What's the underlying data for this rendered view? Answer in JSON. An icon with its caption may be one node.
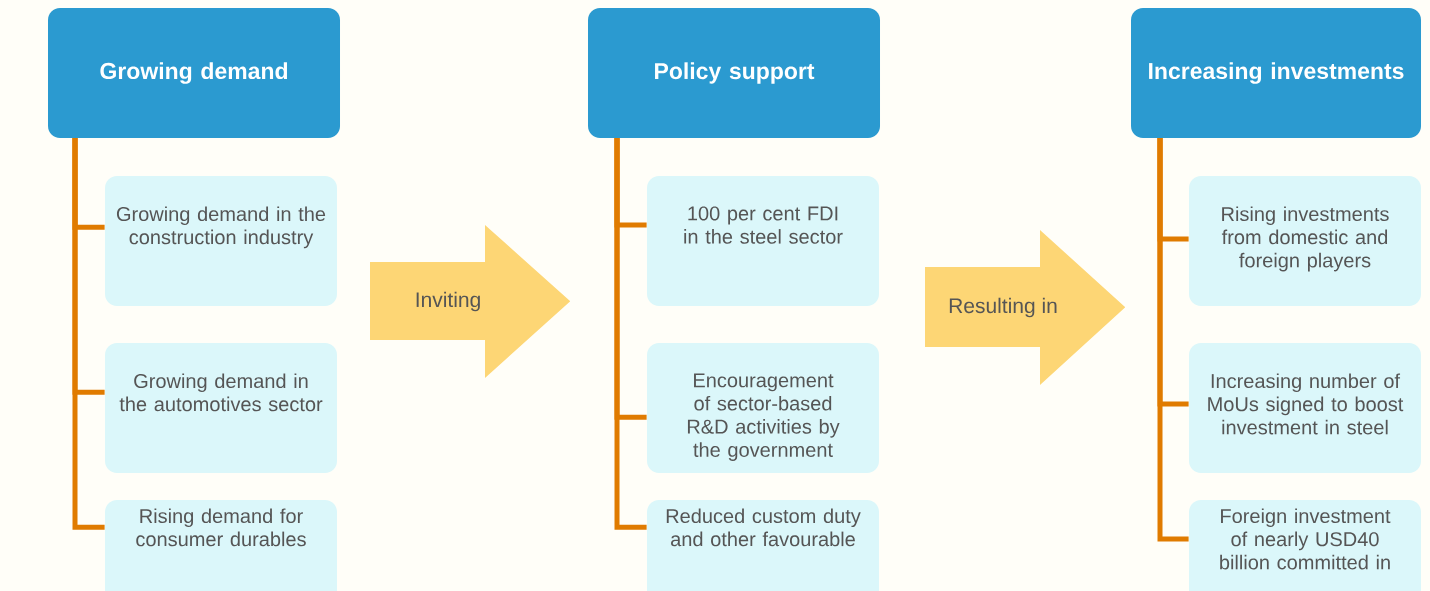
{
  "diagram": {
    "nodes": [
      {
        "text": [
          "Growing demand"
        ]
      },
      {
        "text": [
          "Growing demand in the construction industry"
        ]
      },
      {
        "text": [
          "Growing demand in the automotives sector"
        ]
      },
      {
        "text": [
          "Rising demand for consumer durables"
        ]
      },
      {
        "text": [
          "Inviting"
        ]
      },
      {
        "text": [
          "Policy support"
        ]
      },
      {
        "text": [
          "100 per cent FDI in the steel sector"
        ]
      },
      {
        "text": [
          "Encouragement of sector-based R&D activities by the government"
        ]
      },
      {
        "text": [
          "Reduced custom duty and other favourable"
        ]
      },
      {
        "text": [
          "Resulting in"
        ]
      },
      {
        "text": [
          "Increasing investments"
        ]
      },
      {
        "text": [
          "Rising investments from domestic and foreign players"
        ]
      },
      {
        "text": [
          "Increasing number of MoUs signed to boost investment in steel"
        ]
      },
      {
        "text": [
          "Foreign investment of nearly USD40 billion committed in"
        ]
      }
    ],
    "edges": [
      {
        "from": 0,
        "to": 1,
        "arrow": "none"
      },
      {
        "from": 0,
        "to": 2,
        "arrow": "none"
      },
      {
        "from": 0,
        "to": 3,
        "arrow": "none"
      },
      {
        "from": 5,
        "to": 6,
        "arrow": "none"
      },
      {
        "from": 5,
        "to": 7,
        "arrow": "none"
      },
      {
        "from": 5,
        "to": 8,
        "arrow": "none"
      },
      {
        "from": 10,
        "to": 11,
        "arrow": "none"
      },
      {
        "from": 10,
        "to": 12,
        "arrow": "none"
      },
      {
        "from": 10,
        "to": 13,
        "arrow": "none"
      }
    ]
  }
}
